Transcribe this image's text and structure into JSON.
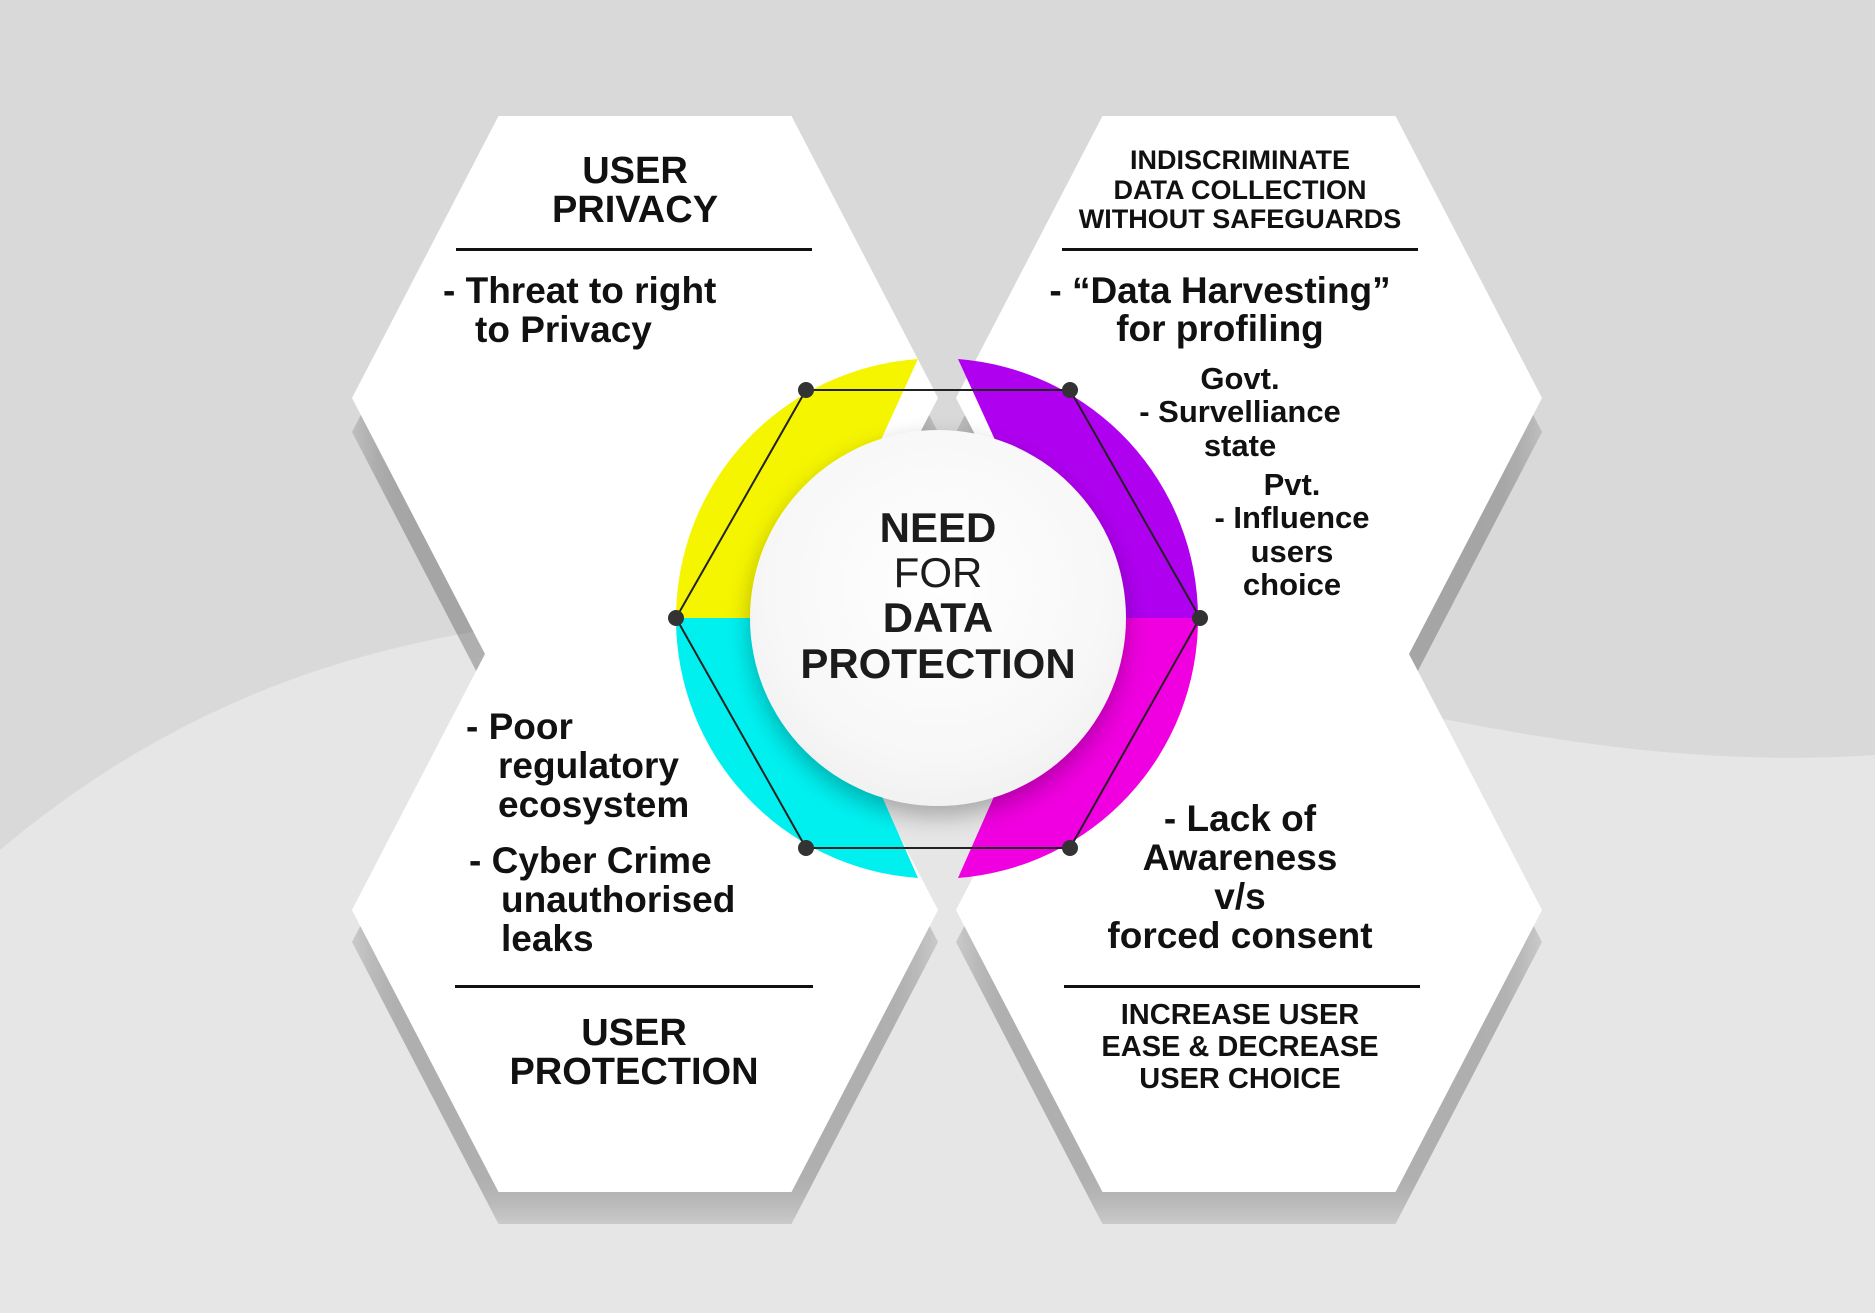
{
  "colors": {
    "yellow": "#f5f500",
    "purple": "#b000f0",
    "cyan": "#00f0f0",
    "magenta": "#f000e0",
    "background": "#d9d9d9"
  },
  "center": {
    "line1": "NEED",
    "line2": "FOR",
    "line3": "DATA",
    "line4": "PROTECTION"
  },
  "top_left": {
    "title": [
      "USER",
      "PRIVACY"
    ],
    "body": [
      "- Threat to right",
      "to Privacy"
    ]
  },
  "top_right": {
    "title": [
      "INDISCRIMINATE",
      "DATA COLLECTION",
      "WITHOUT SAFEGUARDS"
    ],
    "body": [
      "- “Data Harvesting”",
      "for profiling"
    ],
    "govt": [
      "Govt.",
      "- Survelliance",
      "state"
    ],
    "pvt": [
      "Pvt.",
      "- Influence",
      "users",
      "choice"
    ]
  },
  "bottom_left": {
    "items": [
      [
        "- Poor",
        "regulatory",
        "ecosystem"
      ],
      [
        "- Cyber Crime",
        "unauthorised",
        "leaks"
      ]
    ],
    "title": [
      "USER",
      "PROTECTION"
    ]
  },
  "bottom_right": {
    "body": [
      "- Lack of",
      "Awareness",
      "v/s",
      "forced consent"
    ],
    "title": [
      "INCREASE USER",
      "EASE & DECREASE",
      "USER CHOICE"
    ]
  }
}
